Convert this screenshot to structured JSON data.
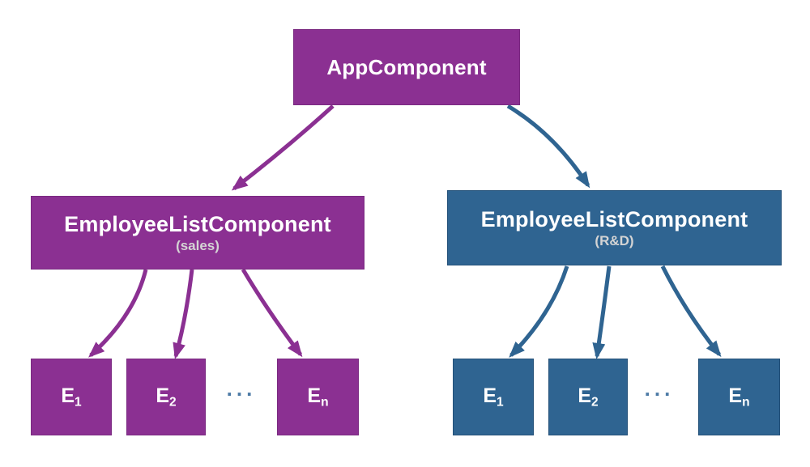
{
  "colors": {
    "purple": "#8b3092",
    "purple_border": "#7a2a81",
    "blue": "#2f6491",
    "blue_border": "#245179",
    "box_text": "#ffffff",
    "subtitle_text": "#d4d4d4",
    "ellipsis": "#4d7ba6",
    "background": "#ffffff"
  },
  "root": {
    "label": "AppComponent"
  },
  "branches": [
    {
      "title": "EmployeeListComponent",
      "subtitle": "(sales)",
      "employees": [
        {
          "base": "E",
          "sub": "1"
        },
        {
          "base": "E",
          "sub": "2"
        },
        {
          "base": "E",
          "sub": "n"
        }
      ],
      "ellipsis": "..."
    },
    {
      "title": "EmployeeListComponent",
      "subtitle": "(R&D)",
      "employees": [
        {
          "base": "E",
          "sub": "1"
        },
        {
          "base": "E",
          "sub": "2"
        },
        {
          "base": "E",
          "sub": "n"
        }
      ],
      "ellipsis": "..."
    }
  ]
}
